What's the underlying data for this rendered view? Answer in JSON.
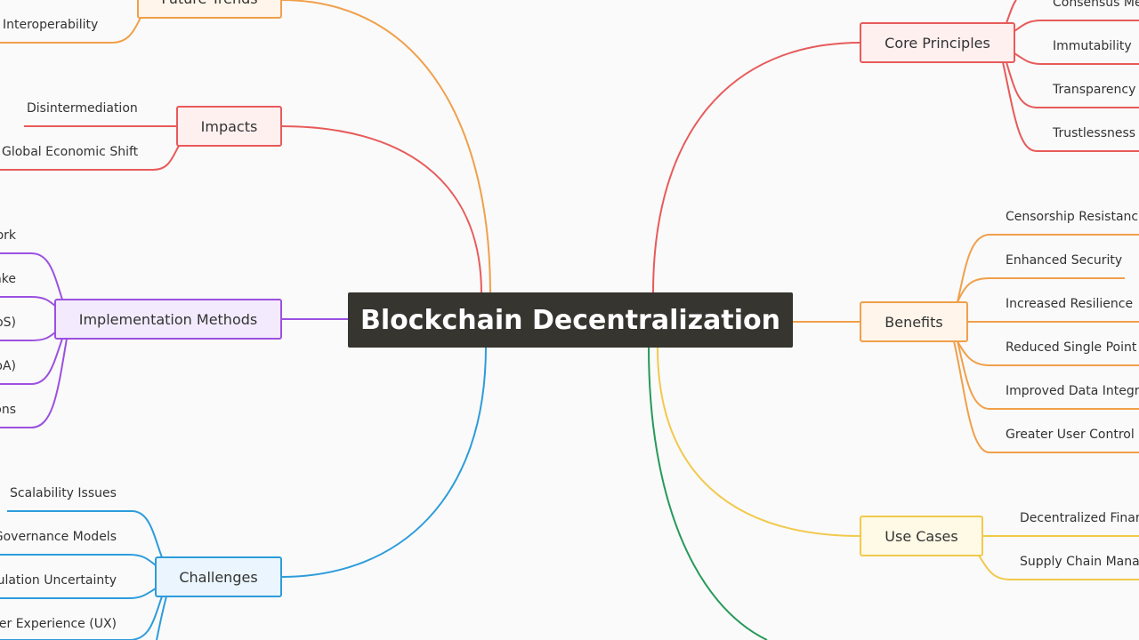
{
  "root": "Blockchain Decentralization",
  "colors": {
    "red": "#e85a5a",
    "orange": "#f0a04b",
    "purple": "#9b51e0",
    "blue": "#2d9cdb",
    "yellow": "#f2c94c",
    "green": "#27995a"
  },
  "branches": {
    "future_trends": {
      "label": "Future Trends",
      "leaves": [
        "Interoperability"
      ]
    },
    "impacts": {
      "label": "Impacts",
      "leaves": [
        "Disintermediation",
        "Global Economic Shift"
      ]
    },
    "implementation": {
      "label": "Implementation Methods",
      "leaves": [
        "ork",
        "ake",
        "oS)",
        "oA)",
        "ons"
      ]
    },
    "challenges": {
      "label": "Challenges",
      "leaves": [
        "Scalability Issues",
        "Governance Models",
        "ulation Uncertainty",
        "er Experience (UX)"
      ]
    },
    "core": {
      "label": "Core Principles",
      "leaves": [
        "Consensus Me",
        "Immutability",
        "Transparency",
        "Trustlessness"
      ]
    },
    "benefits": {
      "label": "Benefits",
      "leaves": [
        "Censorship Resistanc",
        "Enhanced Security",
        "Increased Resilience",
        "Reduced Single Point",
        "Improved Data Integr",
        "Greater User Control"
      ]
    },
    "use_cases": {
      "label": "Use Cases",
      "leaves": [
        "Decentralized Finar",
        "Supply Chain Mana"
      ]
    }
  }
}
